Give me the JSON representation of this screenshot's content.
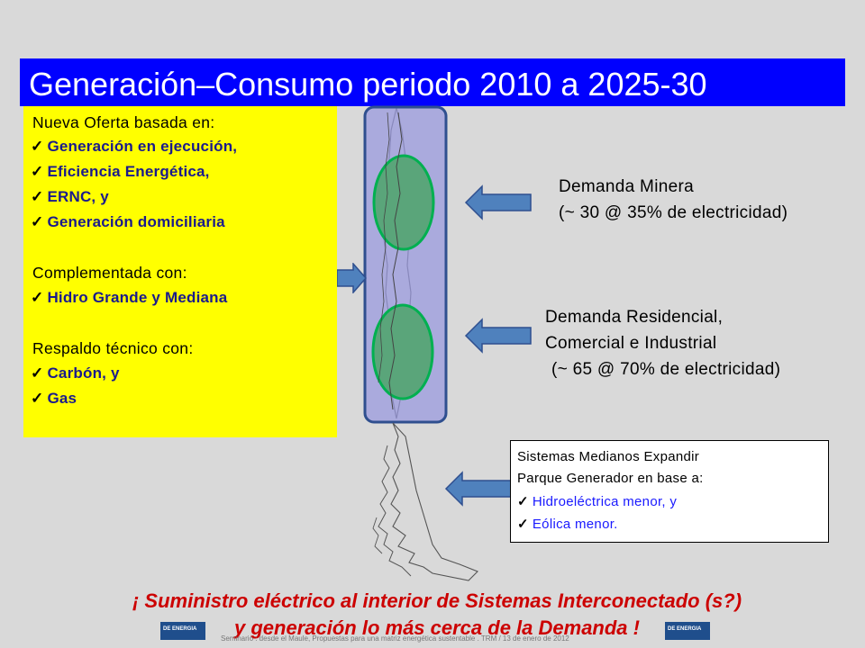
{
  "title": "Generación–Consumo periodo 2010 a 2025-30",
  "oferta": {
    "heading": "Nueva Oferta basada en:",
    "items": [
      "Generación en ejecución,",
      "Eficiencia Energética,",
      "ERNC, y",
      "Generación domiciliaria"
    ],
    "complement_heading": "Complementada con:",
    "complement_items": [
      "Hidro Grande y Mediana"
    ],
    "backup_heading": "Respaldo técnico con:",
    "backup_items": [
      "Carbón, y",
      "Gas"
    ]
  },
  "demanda_minera": {
    "line1": "Demanda Minera",
    "line2": "(~ 30 @ 35% de electricidad)"
  },
  "demanda_residencial": {
    "line1": "Demanda Residencial,",
    "line2": "Comercial e Industrial",
    "line3": "(~ 65 @ 70% de electricidad)"
  },
  "sistemas": {
    "line1": "Sistemas Medianos Expandir",
    "line2": "Parque Generador en base a:",
    "items": [
      "Hidroeléctrica menor, y",
      "Eólica menor."
    ]
  },
  "bottom": {
    "line1": "¡ Suministro eléctrico al interior de Sistemas Interconectado (s?)",
    "line2": "y generación lo más cerca de la Demanda !"
  },
  "footer": "Seminario : desde el Maule, Propuestas para una matriz energética sustentable . TRM  /  13 de enero de 2012",
  "logos": {
    "left": "DE ENERGIA",
    "right": "DE ENERGIA"
  },
  "colors": {
    "title_bg": "#0000ff",
    "offer_bg": "#ffff00",
    "ellipse": "#5aa57a",
    "arrow": "#4f81bd",
    "bottom_text": "#cc0000"
  }
}
